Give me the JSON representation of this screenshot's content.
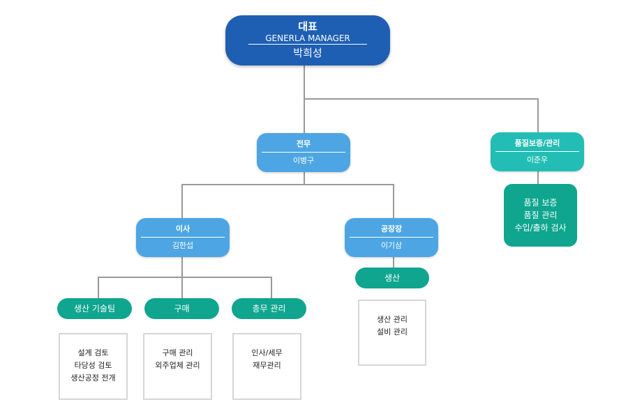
{
  "ceo": {
    "title": "대표",
    "subtitle": "GENERLA MANAGER",
    "name": "박희성"
  },
  "executive_director": {
    "title": "전무",
    "name": "이병구"
  },
  "quality_head": {
    "title": "품질보증/관리",
    "name": "이준우"
  },
  "quality_duties": [
    "품질 보증",
    "품질 관리",
    "수입/출하 검사"
  ],
  "director": {
    "title": "이사",
    "name": "김한섭"
  },
  "plant_manager": {
    "title": "공장장",
    "name": "이기삼"
  },
  "production": {
    "label": "생산",
    "duties": [
      "생산 관리",
      "설비 관리"
    ]
  },
  "tech_team": {
    "label": "생산 기술팀",
    "duties": [
      "설계 검토",
      "타당성 검토",
      "생산공정 전개"
    ]
  },
  "purchasing": {
    "label": "구매",
    "duties": [
      "구매 관리",
      "외주업체 관리"
    ]
  },
  "general_affairs": {
    "label": "총무 관리",
    "duties": [
      "인사/세무",
      "재무관리"
    ]
  },
  "colors": {
    "ceo": "#1e5fb3",
    "mid": "#4da6e3",
    "quality": "#22bdb4",
    "team": "#0fa58f",
    "line": "#999999"
  }
}
